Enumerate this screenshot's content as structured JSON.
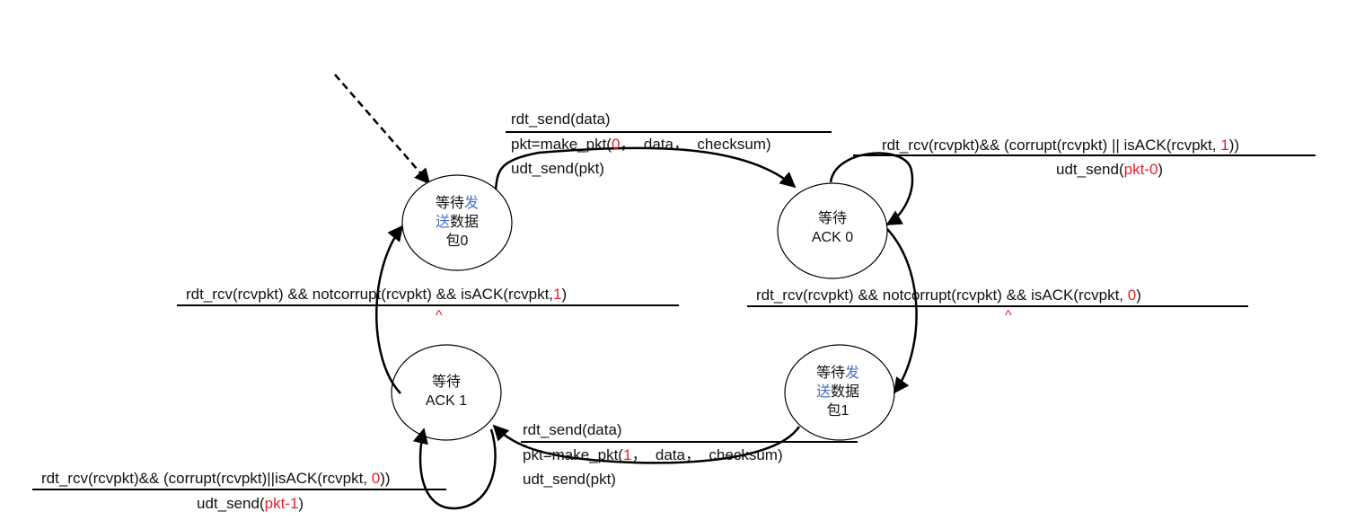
{
  "diagram": {
    "type": "finite-state-machine",
    "title": "rdt2.2 sender FSM",
    "states": [
      {
        "id": "wait_send_0",
        "line1_a": "等待",
        "line1_b": "发",
        "line2_a": "送",
        "line2_b": "数据",
        "line3": "包0"
      },
      {
        "id": "wait_ack_0",
        "line1": "等待",
        "line2": "ACK 0"
      },
      {
        "id": "wait_send_1",
        "line1_a": "等待",
        "line1_b": "发",
        "line2_a": "送",
        "line2_b": "数据",
        "line3": "包1"
      },
      {
        "id": "wait_ack_1",
        "line1": "等待",
        "line2": "ACK 1"
      }
    ],
    "transitions": {
      "send0": {
        "event": "rdt_send(data)",
        "action1_pre": "pkt=make_pkt(",
        "action1_num": "0",
        "action1_post": "，  data，  checksum)",
        "action2": "udt_send(pkt)"
      },
      "ack0_self": {
        "event_pre": "rdt_rcv(rcvpkt)&& (corrupt(rcvpkt) || isACK(rcvpkt, ",
        "event_num": "1",
        "event_post": "))",
        "action_pre": "udt_send(",
        "action_pkt": "pkt-0",
        "action_post": ")"
      },
      "ack0_ok": {
        "event_pre": "rdt_rcv(rcvpkt) && notcorrupt(rcvpkt) && isACK(rcvpkt, ",
        "event_num": "0",
        "event_post": ")",
        "action": "^"
      },
      "ack1_ok": {
        "event_pre": "rdt_rcv(rcvpkt) && notcorrupt(rcvpkt) && isACK(rcvpkt,",
        "event_num": "1",
        "event_post": ")",
        "action": "^"
      },
      "send1": {
        "event": "rdt_send(data)",
        "action1_pre": "pkt=make_pkt(",
        "action1_num": "1",
        "action1_post": "，  data，  checksum)",
        "action2": "udt_send(pkt)"
      },
      "ack1_self": {
        "event_pre": "rdt_rcv(rcvpkt)&& (corrupt(rcvpkt)||isACK(rcvpkt, ",
        "event_num": "0",
        "event_post": "))",
        "action_pre": "udt_send(",
        "action_pkt": "pkt-1",
        "action_post": ")"
      }
    },
    "colors": {
      "highlight_red": "#e8202a",
      "highlight_blue": "#4472c4",
      "line": "#000000"
    }
  }
}
